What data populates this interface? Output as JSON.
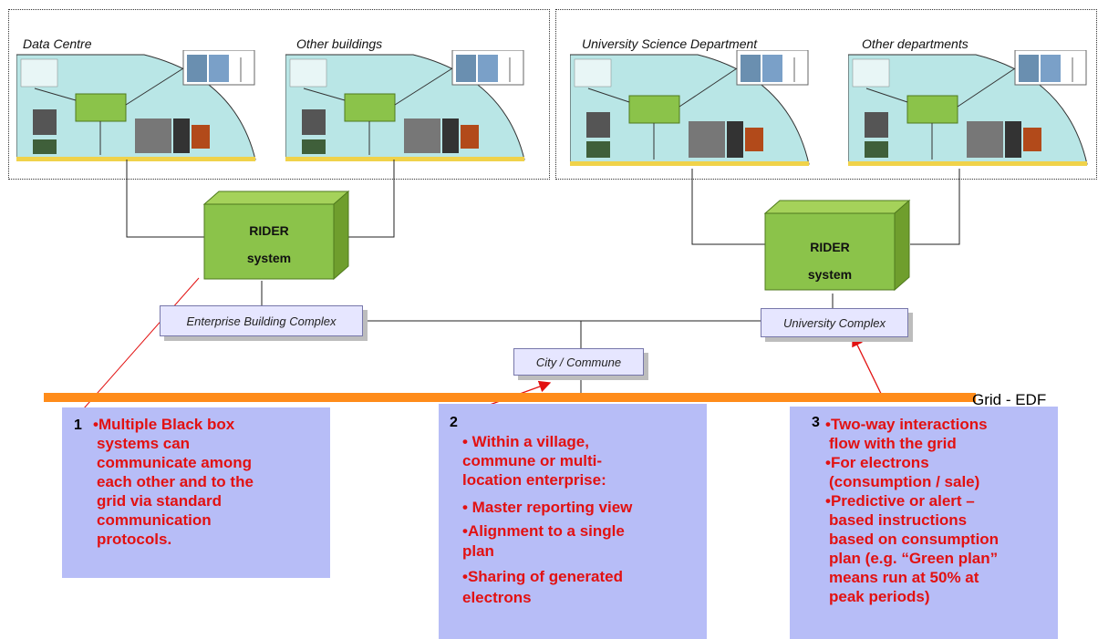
{
  "panels": {
    "left_titles": [
      "Data Centre",
      "Other buildings"
    ],
    "right_titles": [
      "University Science Department",
      "Other departments"
    ]
  },
  "rider": {
    "line1": "RIDER",
    "line2": "system"
  },
  "complexes": {
    "enterprise": "Enterprise Building Complex",
    "university": "University Complex",
    "city": "City / Commune"
  },
  "grid": {
    "label": "Grid - EDF",
    "color": "#ff8c1a"
  },
  "notes": [
    {
      "number": "1",
      "lines": [
        "•Multiple Black box",
        "systems can",
        "communicate among",
        "each other and to the",
        "grid via standard",
        "communication",
        "protocols."
      ]
    },
    {
      "number": "2",
      "lines": [
        "• Within a village,",
        "commune or multi-",
        "location enterprise:",
        "• Master reporting view",
        "•Alignment to a single",
        "plan",
        "•Sharing of generated",
        "electrons"
      ]
    },
    {
      "number": "3",
      "lines": [
        "•Two-way interactions",
        "flow with the grid",
        "•For electrons",
        "(consumption / sale)",
        "•Predictive or alert –",
        "based instructions",
        "based on consumption",
        "plan (e.g. “Green plan”",
        "means run at 50% at",
        "peak periods)"
      ]
    }
  ],
  "colors": {
    "note_bg": "#b7bdf7",
    "note_text": "#e21111",
    "rider_green": "#8bc34a",
    "complex_bg": "#e6e6ff"
  }
}
